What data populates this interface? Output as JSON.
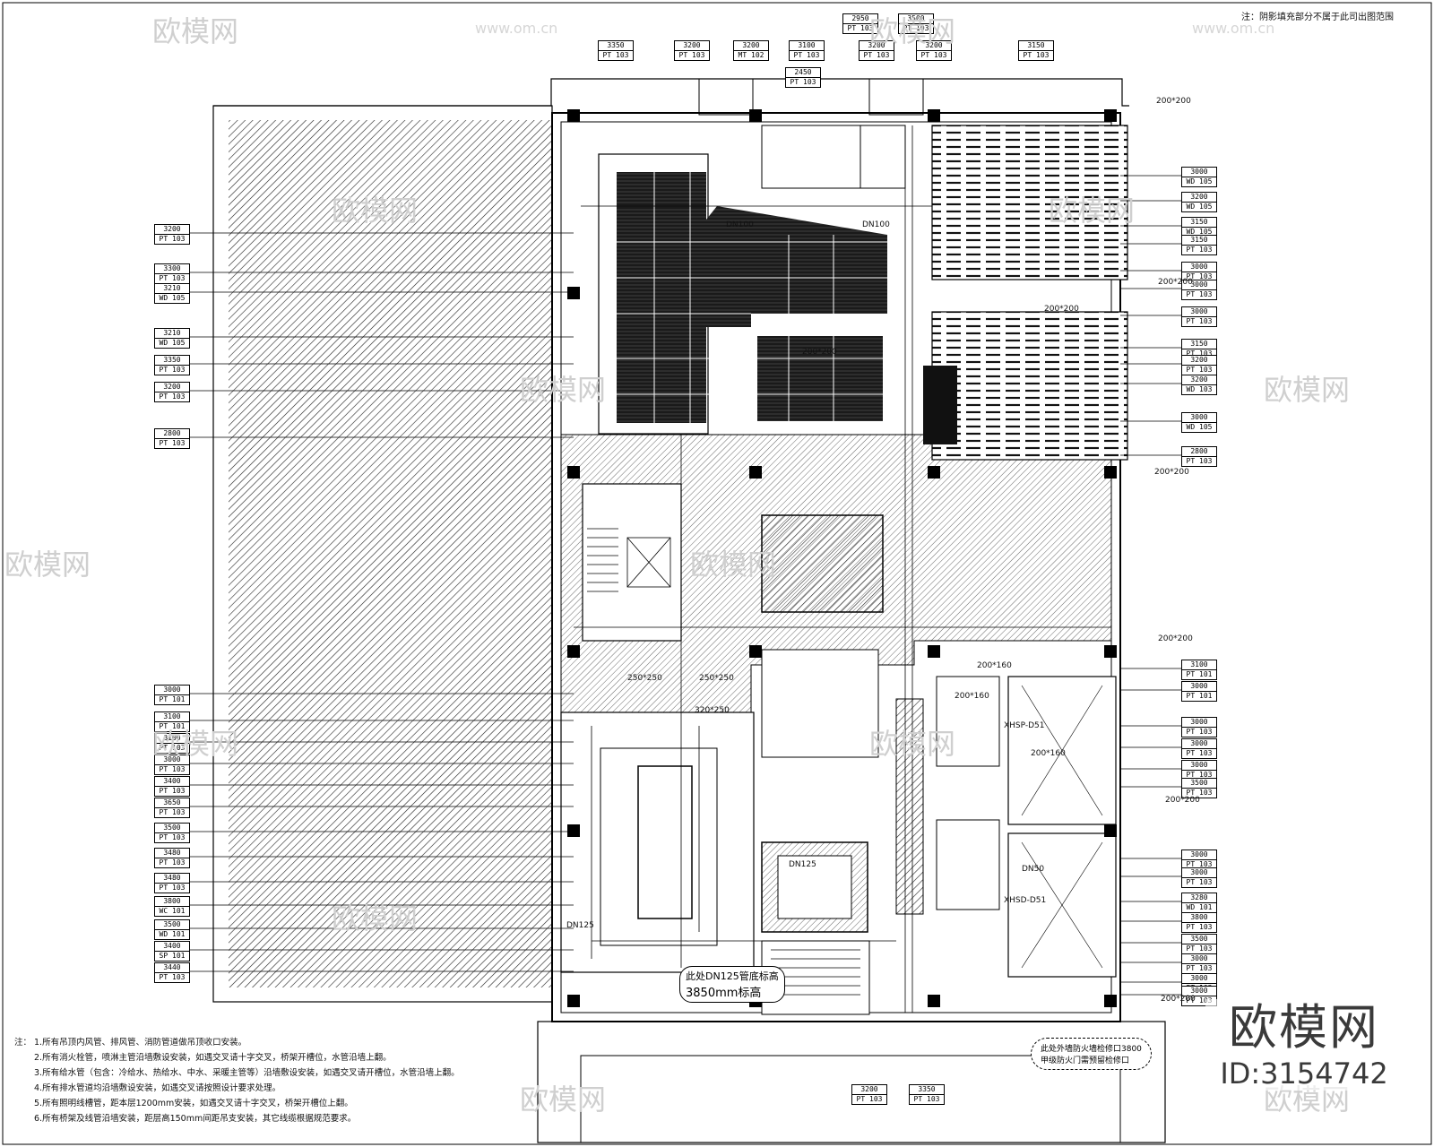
{
  "top_note": "注：阴影填充部分不属于此司出图范围",
  "watermark": {
    "brand": "欧模网",
    "site": "www.om.cn",
    "id": "ID:3154742"
  },
  "notes": {
    "title": "注：",
    "items": [
      "1.所有吊顶内风管、排风管、消防管道做吊顶收口安装。",
      "2.所有消火栓管，喷淋主管沿墙敷设安装，如遇交叉请十字交叉，桥架开槽位，水管沿墙上翻。",
      "3.所有给水管（包含：冷给水、热给水、中水、采暖主管等）沿墙敷设安装，如遇交叉请开槽位，水管沿墙上翻。",
      "4.所有排水管道均沿墙敷设安装，如遇交叉请按照设计要求处理。",
      "5.所有照明线槽管，距本层1200mm安装，如遇交叉请十字交叉，桥架开槽位上翻。",
      "6.所有桥架及线管沿墙安装，距层高150mm间距吊支安装，其它线缆根据规范要求。"
    ]
  },
  "callout": {
    "line1": "此处DN125管底标高",
    "line2": "3850mm标高"
  },
  "cloud_note": {
    "line1": "此处外墙防火墙检修口3800",
    "line2": "甲级防火门需预留检修口"
  },
  "duct_labels": [
    "200*200",
    "200*200",
    "200*200",
    "200*200",
    "200*200",
    "200*200",
    "250*250",
    "250*250",
    "320*250",
    "200*160",
    "200*160",
    "200*160",
    "200*200",
    "200*200",
    "DN100",
    "DN100",
    "DN125",
    "DN125",
    "DN50",
    "XHSP-D51",
    "XHSD-D51"
  ],
  "tags_top": [
    {
      "h": "3350",
      "c": "PT 103"
    },
    {
      "h": "3200",
      "c": "PT 103"
    },
    {
      "h": "3200",
      "c": "MT 102"
    },
    {
      "h": "3100",
      "c": "PT 103"
    },
    {
      "h": "2450",
      "c": "PT 103"
    },
    {
      "h": "2950",
      "c": "PT 103"
    },
    {
      "h": "3200",
      "c": "PT 103"
    },
    {
      "h": "3500",
      "c": "PT 103"
    },
    {
      "h": "3200",
      "c": "PT 103"
    },
    {
      "h": "3150",
      "c": "PT 103"
    }
  ],
  "tags_left": [
    {
      "h": "3200",
      "c": "PT 103"
    },
    {
      "h": "3300",
      "c": "PT 103"
    },
    {
      "h": "3210",
      "c": "WD 105"
    },
    {
      "h": "3210",
      "c": "WD 105"
    },
    {
      "h": "3350",
      "c": "PT 103"
    },
    {
      "h": "3200",
      "c": "PT 103"
    },
    {
      "h": "2800",
      "c": "PT 103"
    },
    {
      "h": "3000",
      "c": "PT 101"
    },
    {
      "h": "3100",
      "c": "PT 101"
    },
    {
      "h": "3100",
      "c": "PT 103"
    },
    {
      "h": "3000",
      "c": "PT 103"
    },
    {
      "h": "3400",
      "c": "PT 103"
    },
    {
      "h": "3650",
      "c": "PT 103"
    },
    {
      "h": "3500",
      "c": "PT 103"
    },
    {
      "h": "3480",
      "c": "PT 103"
    },
    {
      "h": "3480",
      "c": "PT 103"
    },
    {
      "h": "3800",
      "c": "WC 101"
    },
    {
      "h": "3500",
      "c": "WD 101"
    },
    {
      "h": "3400",
      "c": "SP 101"
    },
    {
      "h": "3440",
      "c": "PT 103"
    }
  ],
  "tags_right": [
    {
      "h": "3000",
      "c": "WD 105"
    },
    {
      "h": "3200",
      "c": "WD 105"
    },
    {
      "h": "3150",
      "c": "WD 105"
    },
    {
      "h": "3150",
      "c": "PT 103"
    },
    {
      "h": "3000",
      "c": "PT 103"
    },
    {
      "h": "3000",
      "c": "PT 103"
    },
    {
      "h": "3000",
      "c": "PT 103"
    },
    {
      "h": "3150",
      "c": "PT 103"
    },
    {
      "h": "3200",
      "c": "PT 103"
    },
    {
      "h": "3200",
      "c": "WD 103"
    },
    {
      "h": "3000",
      "c": "WD 105"
    },
    {
      "h": "2800",
      "c": "PT 103"
    },
    {
      "h": "3100",
      "c": "PT 101"
    },
    {
      "h": "3000",
      "c": "PT 101"
    },
    {
      "h": "3000",
      "c": "PT 103"
    },
    {
      "h": "3000",
      "c": "PT 103"
    },
    {
      "h": "3000",
      "c": "PT 103"
    },
    {
      "h": "3500",
      "c": "PT 103"
    },
    {
      "h": "3000",
      "c": "PT 103"
    },
    {
      "h": "3000",
      "c": "PT 103"
    },
    {
      "h": "3280",
      "c": "WD 101"
    },
    {
      "h": "3800",
      "c": "PT 103"
    },
    {
      "h": "3500",
      "c": "PT 103"
    },
    {
      "h": "3000",
      "c": "PT 103"
    },
    {
      "h": "3000",
      "c": "PT 103"
    },
    {
      "h": "3000",
      "c": "PT 103"
    }
  ],
  "tags_bottom": [
    {
      "h": "3200",
      "c": "PT 103"
    },
    {
      "h": "3350",
      "c": "PT 103"
    }
  ]
}
